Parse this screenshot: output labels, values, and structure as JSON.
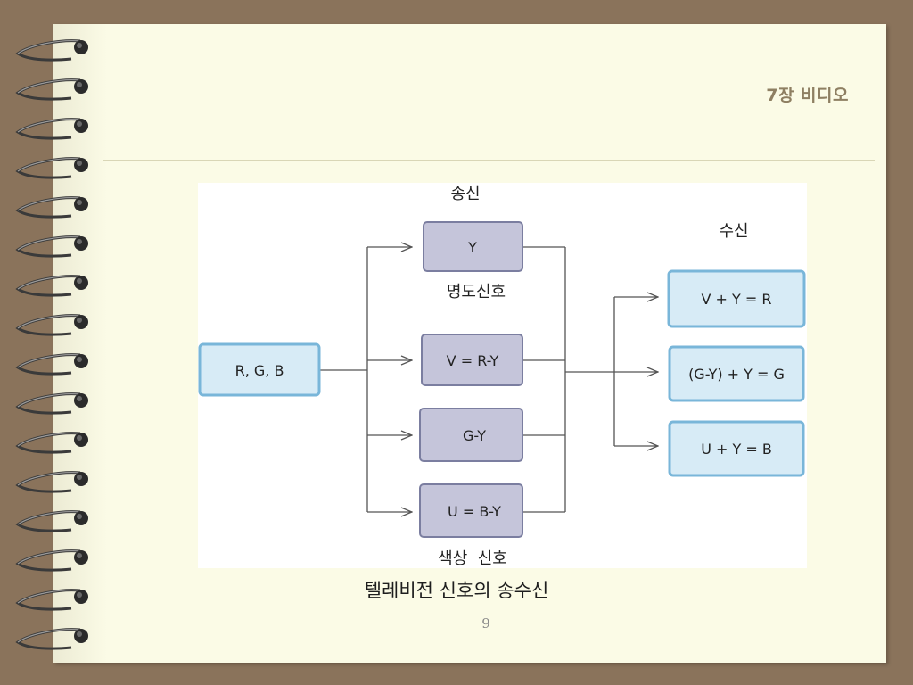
{
  "slide": {
    "chapter_title": "7장 비디오",
    "caption": "텔레비전 신호의 송수신",
    "page_number": "9"
  },
  "diagram": {
    "transmit_label": "송신",
    "receive_label": "수신",
    "luma_label": "명도신호",
    "chroma_label": "색상  신호",
    "input_node": "R,  G,  B",
    "transmit_nodes": [
      "Y",
      "V = R-Y",
      "G-Y",
      "U = B-Y"
    ],
    "receive_nodes": [
      "V + Y = R",
      "(G-Y) + Y = G",
      "U + Y = B"
    ],
    "colors": {
      "node_fill": "#c5c5da",
      "node_stroke": "#7b7ea0",
      "recv_fill": "#d7ebf6",
      "recv_stroke": "#79b6d9",
      "line": "#555555"
    }
  }
}
